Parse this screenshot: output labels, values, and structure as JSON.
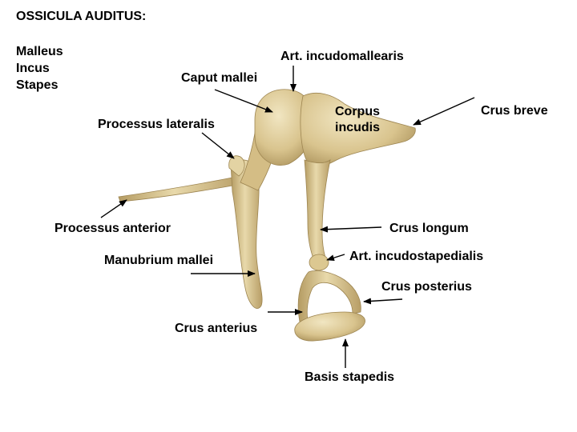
{
  "title": "OSSICULA AUDITUS:",
  "ossicles": [
    "Malleus",
    "Incus",
    "Stapes"
  ],
  "labels": {
    "art_incudomallearis": "Art. incudomallearis",
    "caput_mallei": "Caput mallei",
    "processus_lateralis": "Processus lateralis",
    "corpus_incudis_1": "Corpus",
    "corpus_incudis_2": "incudis",
    "crus_breve": "Crus breve",
    "processus_anterior": "Processus anterior",
    "crus_longum": "Crus longum",
    "manubrium_mallei": "Manubrium mallei",
    "art_incudostapedialis": "Art. incudostapedialis",
    "crus_posterius": "Crus posterius",
    "crus_anterius": "Crus anterius",
    "basis_stapedis": "Basis stapedis"
  },
  "colors": {
    "bone": "#d9c48e",
    "bone_shadow": "#a88f58",
    "bone_highlight": "#efe3bd",
    "arrow": "#000000"
  }
}
